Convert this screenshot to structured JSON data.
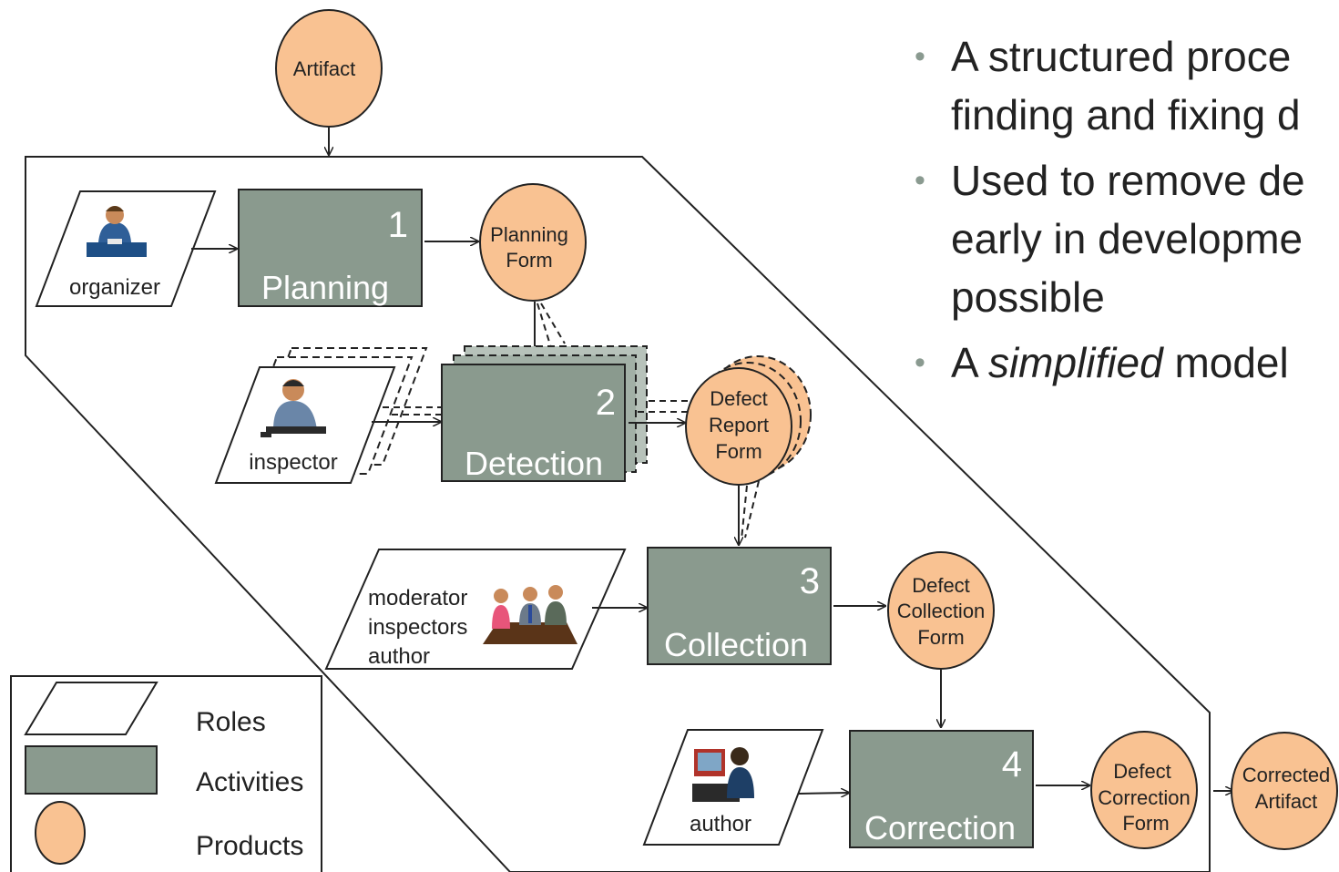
{
  "colors": {
    "activity_fill": "#8a9a8e",
    "product_fill": "#f9c292",
    "stroke": "#222222",
    "bullet_dot": "#8a9a90"
  },
  "artifact": "Artifact",
  "corrected_artifact": [
    "Corrected",
    "Artifact"
  ],
  "roles": {
    "organizer": "organizer",
    "inspector": "inspector",
    "collection_roles": [
      "moderator",
      "inspectors",
      "author"
    ],
    "author": "author"
  },
  "activities": [
    {
      "number": "1",
      "label": "Planning"
    },
    {
      "number": "2",
      "label": "Detection"
    },
    {
      "number": "3",
      "label": "Collection"
    },
    {
      "number": "4",
      "label": "Correction"
    }
  ],
  "products": {
    "planning_form": [
      "Planning",
      "Form"
    ],
    "defect_report_form": [
      "Defect",
      "Report",
      "Form"
    ],
    "defect_collection_form": [
      "Defect",
      "Collection",
      "Form"
    ],
    "defect_correction_form": [
      "Defect",
      "Correction",
      "Form"
    ]
  },
  "legend": {
    "roles": "Roles",
    "activities": "Activities",
    "products": "Products"
  },
  "bullets": [
    {
      "lines": [
        "A structured proce",
        "finding and fixing d"
      ]
    },
    {
      "lines": [
        "Used to remove de",
        "early in developme",
        "possible"
      ]
    },
    {
      "prefix": "A ",
      "em": "simplified",
      "suffix": " model"
    }
  ]
}
